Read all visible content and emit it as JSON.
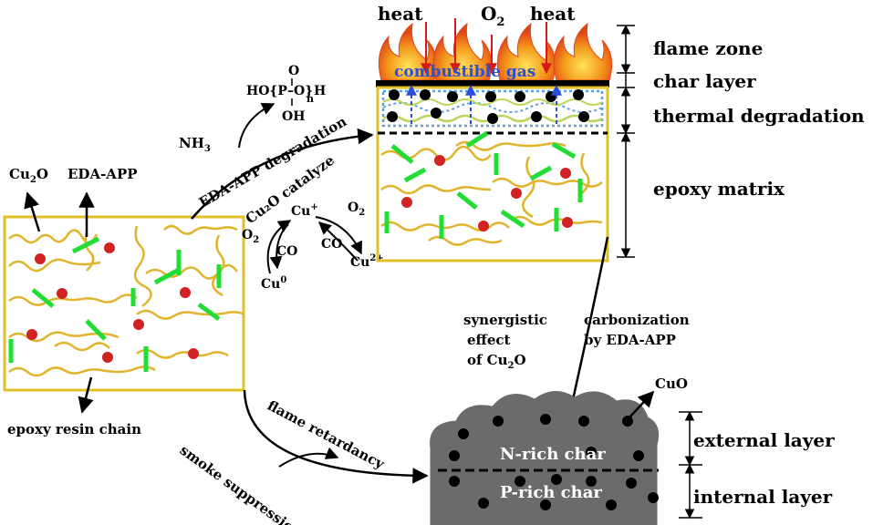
{
  "labels": {
    "heat_left": "heat",
    "o2": "O",
    "o2_sub": "2",
    "heat_right": "heat",
    "combustible_gas": "combustible gas",
    "flame_zone": "flame zone",
    "char_layer": "char layer",
    "thermal_degradation": "thermal degradation",
    "epoxy_matrix": "epoxy matrix",
    "cu2o_top": "Cu",
    "cu2o_top_sub": "2",
    "cu2o_top_tail": "O",
    "eda_app_top": "EDA-APP",
    "epoxy_resin_chain": "epoxy resin chain",
    "phosphoric_hash": "HO[P–O]nH",
    "p_top": "O",
    "p_center": "HO{P–O}",
    "p_n": "n",
    "p_h": "H",
    "p_oh": "OH",
    "nh3": "NH",
    "nh3_sub": "3",
    "eda_app_degradation": "EDA-APP degradation",
    "cu2o_catalyze": "Cu₂O catalyze",
    "cu_plus": "Cu",
    "cu_plus_sup": "+",
    "o2_left": "O",
    "o2_left_sub": "2",
    "o2_right": "O",
    "o2_right_sub": "2",
    "co_left": "CO",
    "co_right": "CO",
    "cu0": "Cu",
    "cu0_sup": "0",
    "cu2plus": "Cu",
    "cu2plus_sup": "2+",
    "synergistic_1": "synergistic",
    "synergistic_2": "effect",
    "synergistic_3": "of Cu",
    "synergistic_3_sub": "2",
    "synergistic_3_tail": "O",
    "carbonization_1": "carbonization",
    "carbonization_2": "by EDA-APP",
    "cuo": "CuO",
    "n_rich_char": "N-rich char",
    "p_rich_char": "P-rich char",
    "external_layer": "external layer",
    "internal_layer": "internal layer",
    "flame_retardancy": "flame retardancy",
    "smoke_suppression": "smoke suppression"
  },
  "colors": {
    "frame": "#e2c02a",
    "chain": "#e0b52c",
    "rod": "#22dd33",
    "dot_red": "#d32222",
    "char_fill": "#6b6b6b",
    "gas_blue": "#2a4fd8",
    "flame_orange": "#f07a1a",
    "heat_arrow": "#d61a1a"
  }
}
